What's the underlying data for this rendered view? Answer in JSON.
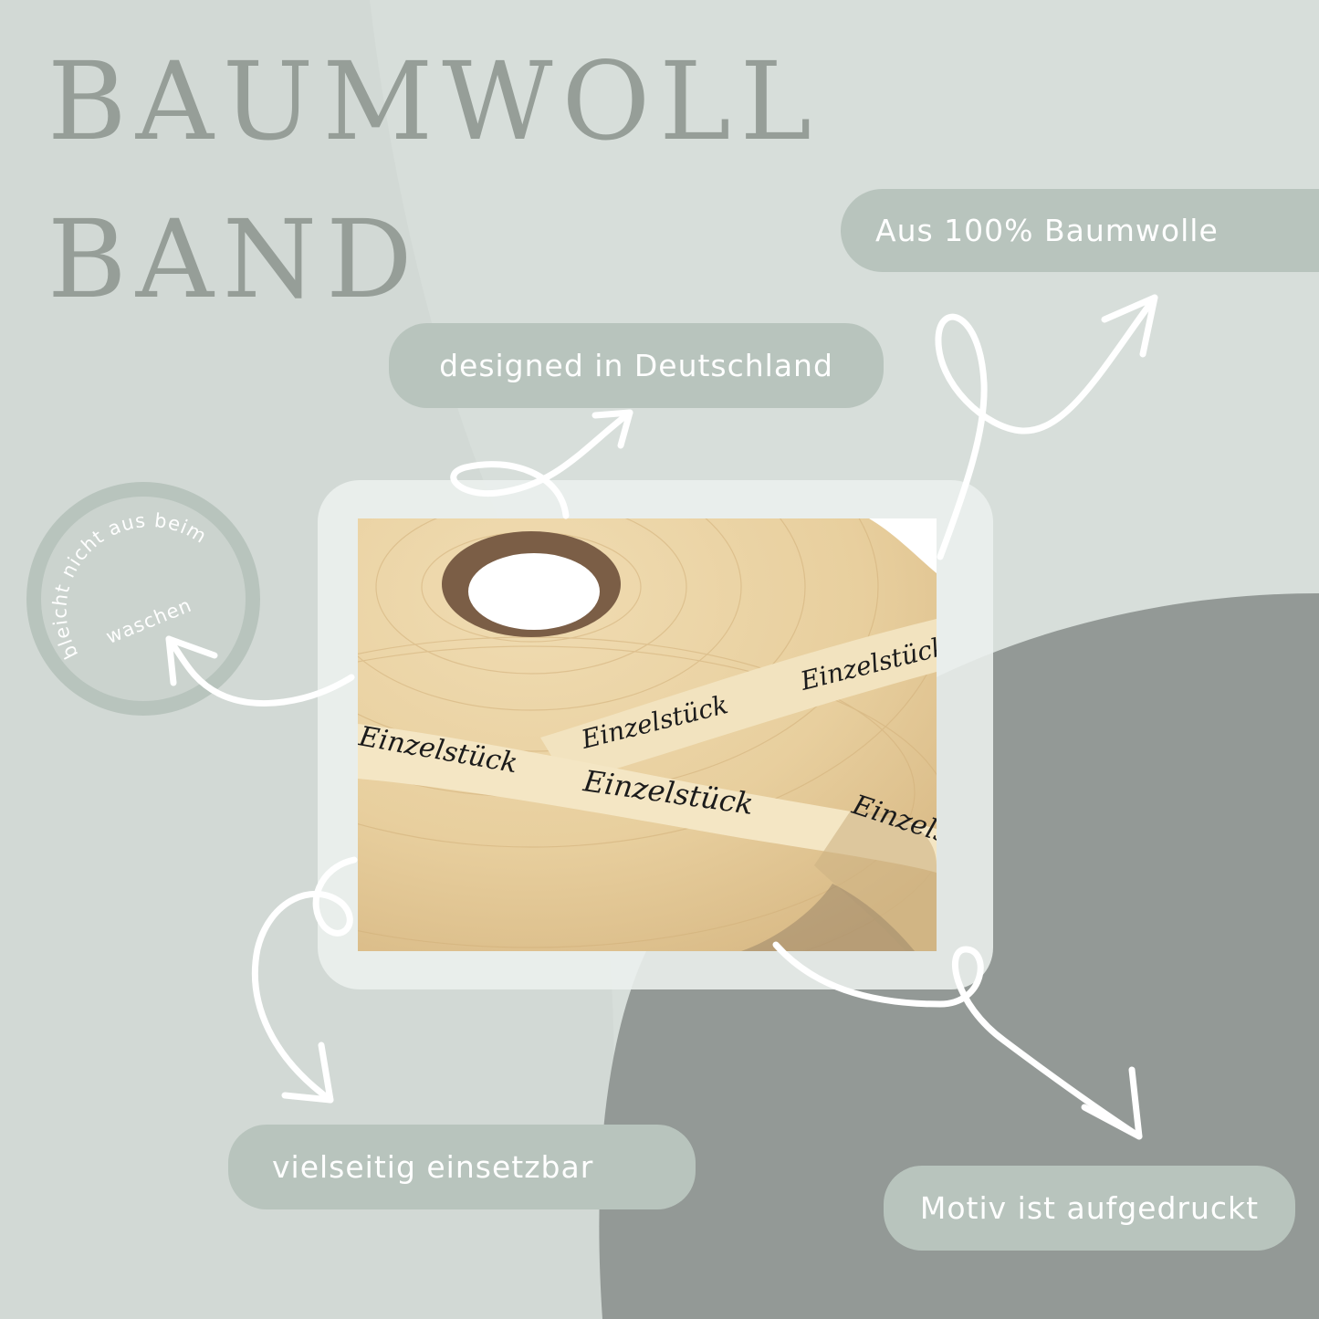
{
  "title": {
    "line1": "BAUMWOLL",
    "line2": "BAND"
  },
  "features": {
    "cotton": "Aus 100% Baumwolle",
    "designed": "designed in Deutschland",
    "versatile": "vielseitig einsetzbar",
    "printed": "Motiv ist aufgedruckt"
  },
  "badge": {
    "arc_text": "bleicht nicht aus beim",
    "inner_text": "waschen"
  },
  "photo": {
    "ribbon_print": "Einzelstück"
  },
  "colors": {
    "background": "#d7deda",
    "background_left": "#d2d9d5",
    "dark_circle": "#939996",
    "pill": "#b8c4bd",
    "title": "#969e98",
    "arrow": "#ffffff"
  }
}
